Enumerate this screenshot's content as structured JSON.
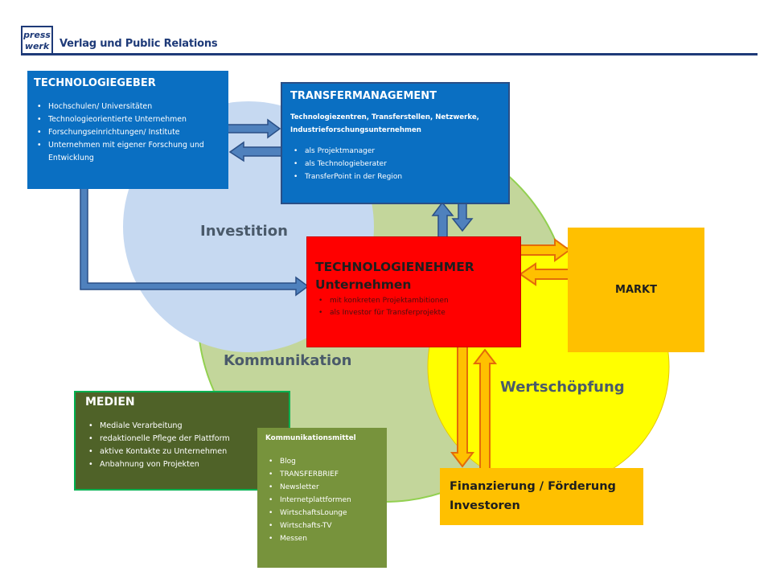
{
  "header": {
    "logo_text": "press werk",
    "brand": "Verlag und Public Relations"
  },
  "colors": {
    "brand_blue": "#1e3a78",
    "box_blue": "#0a6fc2",
    "red": "#ff0000",
    "orange": "#ffc000",
    "dark_green": "#4f6228",
    "olive_green": "#77933c",
    "circle_blue": "#c6d9f1",
    "circle_green": "#c3d69b",
    "circle_yellow": "#ffff00"
  },
  "circles": {
    "investition": "Investition",
    "kommunikation": "Kommunikation",
    "wertschoepfung": "Wertschöpfung"
  },
  "technologiegeber": {
    "title": "TECHNOLOGIEGEBER",
    "items": [
      "Hochschulen/ Universitäten",
      "Technologieorientierte Unternehmen",
      "Forschungseinrichtungen/  Institute",
      "Unternehmen mit eigener Forschung und Entwicklung"
    ]
  },
  "transfermanagement": {
    "title": "TRANSFERMANAGEMENT",
    "subtitle": "Technologiezentren, Transferstellen, Netzwerke, Industrieforschungsunternehmen",
    "items": [
      "als Projektmanager",
      "als Technologieberater",
      "TransferPoint in der Region"
    ]
  },
  "technologienehmer": {
    "title": "TECHNOLOGIENEHMER",
    "subtitle": "Unternehmen",
    "items": [
      "mit konkreten Projektambitionen",
      "als Investor für Transferprojekte"
    ]
  },
  "markt": {
    "title": "MARKT"
  },
  "finanzierung": {
    "line1": "Finanzierung / Förderung",
    "line2": "Investoren"
  },
  "medien": {
    "title": "MEDIEN",
    "items": [
      "Mediale Verarbeitung",
      "redaktionelle Pflege der Plattform",
      "aktive Kontakte zu Unternehmen",
      "Anbahnung von Projekten"
    ]
  },
  "kommunikationsmittel": {
    "title": "Kommunikationsmittel",
    "items": [
      "Blog",
      "TRANSFERBRIEF",
      "Newsletter",
      "Internetplattformen",
      "WirtschaftsLounge",
      "Wirtschafts-TV",
      "Messen"
    ]
  }
}
